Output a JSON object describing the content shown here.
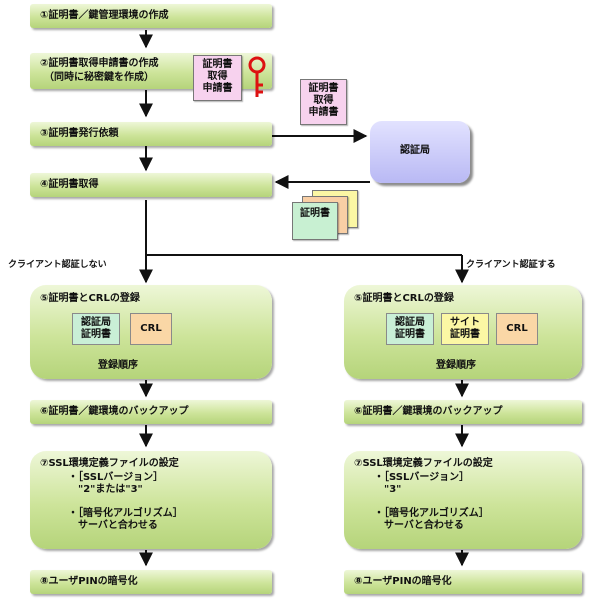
{
  "steps": {
    "s1": "①証明書／鍵管理環境の作成",
    "s2_line1": "②証明書取得申請書の作成",
    "s2_line2": "（同時に秘密鍵を作成）",
    "s3": "③証明書発行依頼",
    "s4": "④証明書取得"
  },
  "docs": {
    "request": "証明書\n取得\n申請書",
    "cert": "証明書"
  },
  "authority": "認証局",
  "branches": {
    "left": "クライアント認証しない",
    "right": "クライアント認証する"
  },
  "left": {
    "s5": "⑤証明書とCRLの登録",
    "ca_cert": "認証局\n証明書",
    "crl": "CRL",
    "order": "登録順序",
    "s6": "⑥証明書／鍵環境のバックアップ",
    "s7_title": "⑦SSL環境定義ファイルの設定",
    "s7_body": "・［SSLバージョン］\n　\"2\"または\"3\"\n\n・［暗号化アルゴリズム］\n　サーバと合わせる",
    "s8": "⑧ユーザPINの暗号化"
  },
  "right": {
    "s5": "⑤証明書とCRLの登録",
    "ca_cert": "認証局\n証明書",
    "site_cert": "サイト\n証明書",
    "crl": "CRL",
    "order": "登録順序",
    "s6": "⑥証明書／鍵環境のバックアップ",
    "s7_title": "⑦SSL環境定義ファイルの設定",
    "s7_body": "・［SSLバージョン］\n　\"3\"\n\n・［暗号化アルゴリズム］\n　サーバと合わせる",
    "s8": "⑧ユーザPINの暗号化"
  },
  "colors": {
    "step_fill": "#c6e08f",
    "arrow": "#111111",
    "key": "#dd1111",
    "authority_fill": "#c4c4f8"
  }
}
